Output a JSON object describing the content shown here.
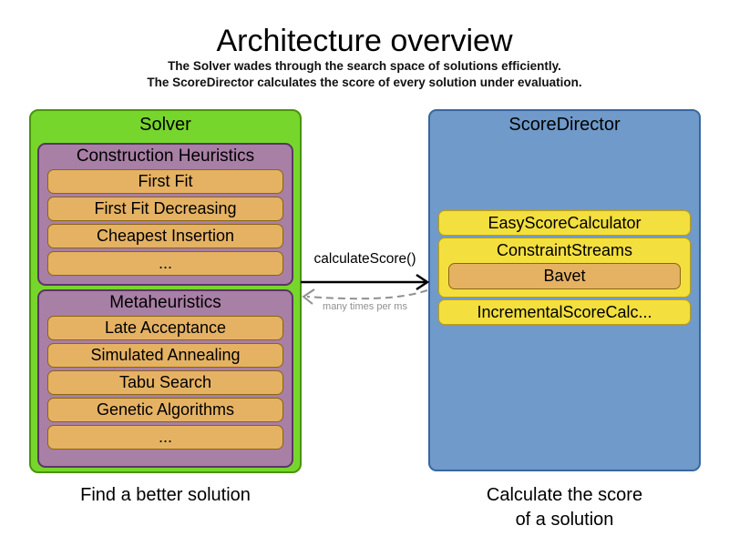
{
  "header": {
    "title": "Architecture overview",
    "subtitle_line1": "The Solver wades through the search space of solutions efficiently.",
    "subtitle_line2": "The ScoreDirector calculates the score of every solution under evaluation."
  },
  "solver": {
    "label": "Solver",
    "caption": "Find a better solution",
    "construction_heuristics": {
      "label": "Construction Heuristics",
      "items": [
        "First Fit",
        "First Fit Decreasing",
        "Cheapest Insertion",
        "..."
      ]
    },
    "metaheuristics": {
      "label": "Metaheuristics",
      "items": [
        "Late Acceptance",
        "Simulated Annealing",
        "Tabu Search",
        "Genetic Algorithms",
        "..."
      ]
    }
  },
  "score_director": {
    "label": "ScoreDirector",
    "caption_line1": "Calculate the score",
    "caption_line2": "of a solution",
    "easy_score_calculator": "EasyScoreCalculator",
    "constraint_streams": "ConstraintStreams",
    "constraint_streams_child": "Bavet",
    "incremental_score_calculator": "IncrementalScoreCalc..."
  },
  "arrow": {
    "label": "calculateScore()",
    "sublabel": "many times per ms"
  },
  "colors": {
    "solver_fill": "#77d62c",
    "solver_border": "#4a940a",
    "phase_fill": "#a87fa5",
    "phase_border": "#5c3566",
    "algorithm_fill": "#e5b264",
    "algorithm_border": "#8c650f",
    "score_director_fill": "#6f9ac9",
    "score_director_border": "#38679f",
    "calculator_fill": "#f3df3e",
    "calculator_border": "#c4a000",
    "return_arrow_gray": "#909090"
  }
}
